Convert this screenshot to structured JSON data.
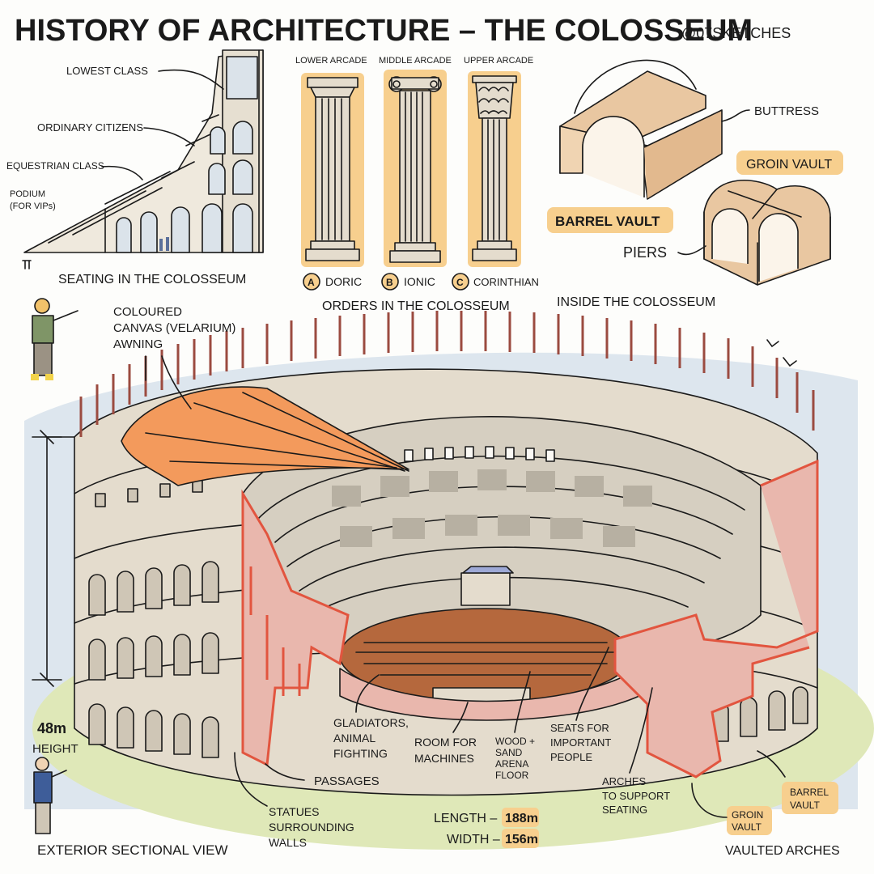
{
  "header": {
    "title": "HISTORY OF ARCHITECTURE – THE COLOSSEUM",
    "handle": "@07SKETCHES"
  },
  "seating": {
    "labels": {
      "lowest": "LOWEST CLASS",
      "ordinary": "ORDINARY CITIZENS",
      "equestrian": "EQUESTRIAN CLASS",
      "podium_line1": "PODIUM",
      "podium_line2": "(FOR VIPs)"
    },
    "caption": "SEATING IN THE COLOSSEUM"
  },
  "orders": {
    "arcade_labels": [
      "LOWER ARCADE",
      "MIDDLE ARCADE",
      "UPPER ARCADE"
    ],
    "columns": [
      {
        "letter": "A",
        "name": "DORIC"
      },
      {
        "letter": "B",
        "name": "IONIC"
      },
      {
        "letter": "C",
        "name": "CORINTHIAN"
      }
    ],
    "caption": "ORDERS IN THE COLOSSEUM"
  },
  "inside": {
    "buttress": "BUTTRESS",
    "groin_vault": "GROIN VAULT",
    "barrel_vault": "BARREL VAULT",
    "piers": "PIERS",
    "caption": "INSIDE THE COLOSSEUM"
  },
  "main": {
    "velarium_lines": [
      "COLOURED",
      "CANVAS (VELARIUM)",
      "AWNING"
    ],
    "height_value": "48m",
    "height_label": "HEIGHT",
    "gladiators_lines": [
      "GLADIATORS,",
      "ANIMAL",
      "FIGHTING"
    ],
    "machines_lines": [
      "ROOM FOR",
      "MACHINES"
    ],
    "floor_lines": [
      "WOOD +",
      "SAND",
      "ARENA",
      "FLOOR"
    ],
    "seats_lines": [
      "SEATS FOR",
      "IMPORTANT",
      "PEOPLE"
    ],
    "arches_lines": [
      "ARCHES",
      "TO SUPPORT",
      "SEATING"
    ],
    "passages": "PASSAGES",
    "statues_lines": [
      "STATUES",
      "SURROUNDING",
      "WALLS"
    ],
    "barrel_vault_lines": [
      "BARREL",
      "VAULT"
    ],
    "groin_vault_lines": [
      "GROIN",
      "VAULT"
    ],
    "length_label": "LENGTH –",
    "length_value": "188m",
    "width_label": "WIDTH –",
    "width_value": "156m",
    "exterior_caption": "EXTERIOR SECTIONAL VIEW",
    "vaulted_caption": "VAULTED ARCHES"
  },
  "colors": {
    "stone": "#e4dccd",
    "stone_dark": "#bfb6a6",
    "brick_red": "#e2553f",
    "section_pink": "#e9b7ad",
    "awning": "#f39a5c",
    "arena": "#b5683d",
    "vault_tan": "#e9c7a1",
    "highlight": "#f7cf8e",
    "grass": "#dfe8b8",
    "sky": "#dde6ee"
  }
}
